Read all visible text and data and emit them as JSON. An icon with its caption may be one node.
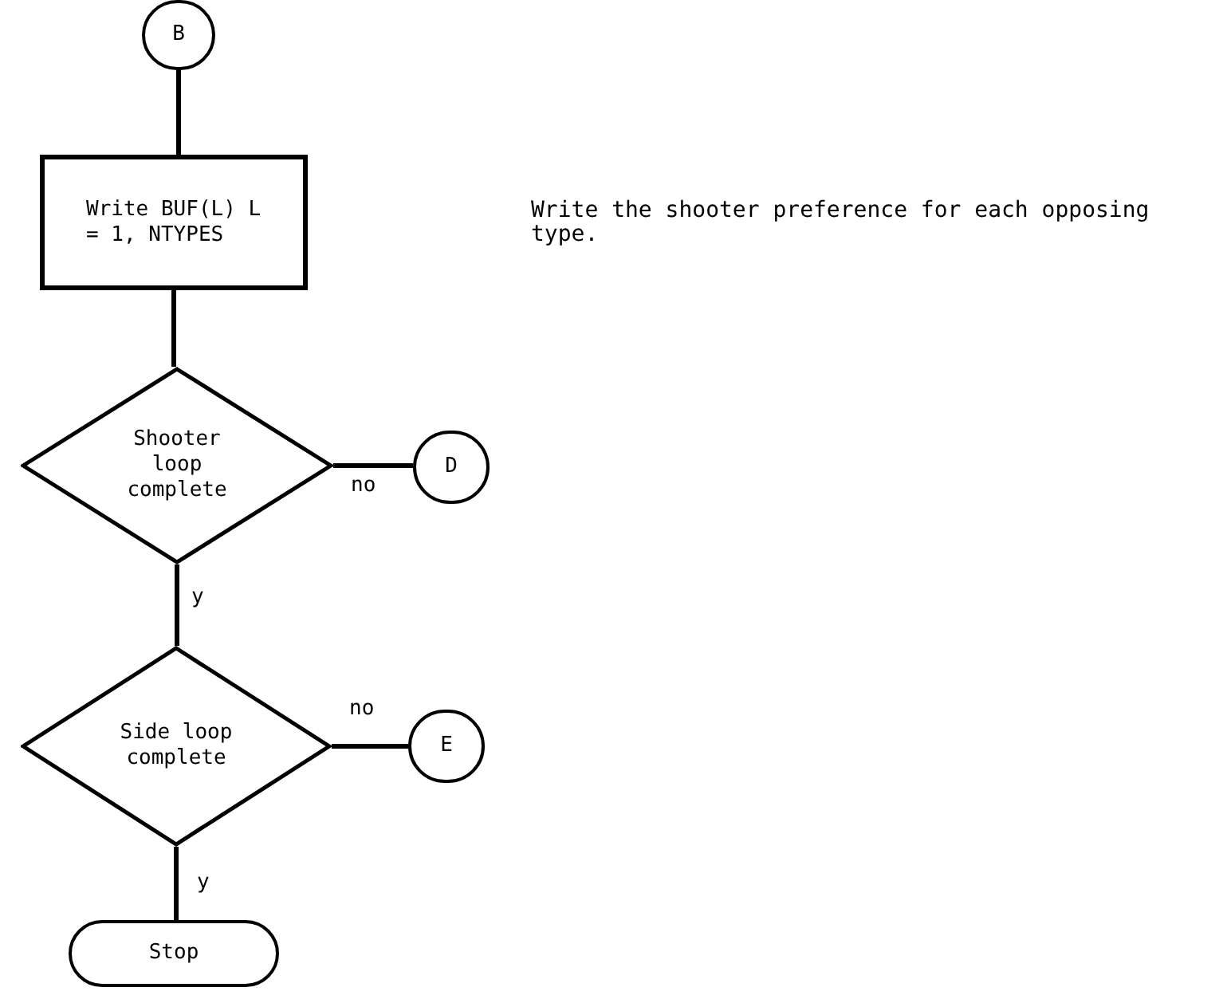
{
  "diagram": {
    "nodes": [
      {
        "text": [
          "B"
        ]
      },
      {
        "text": [
          "Write BUF(L) L = 1, NTYPES"
        ]
      },
      {
        "text": [
          "Shooter loop complete"
        ]
      },
      {
        "text": [
          "D"
        ]
      },
      {
        "text": [
          "Side loop complete"
        ]
      },
      {
        "text": [
          "E"
        ]
      },
      {
        "text": [
          "Stop"
        ]
      }
    ],
    "edges": [
      {
        "from": 0,
        "to": 1,
        "arrow": "none"
      },
      {
        "from": 1,
        "to": 2,
        "arrow": "none"
      },
      {
        "from": 2,
        "to": 3,
        "arrow": "none",
        "label": "no"
      },
      {
        "from": 2,
        "to": 4,
        "arrow": "none",
        "label": "y"
      },
      {
        "from": 4,
        "to": 5,
        "arrow": "none",
        "label": "no"
      },
      {
        "from": 4,
        "to": 6,
        "arrow": "none",
        "label": "y"
      }
    ],
    "labels": [
      "Write the shooter preference for each opposing type."
    ]
  }
}
